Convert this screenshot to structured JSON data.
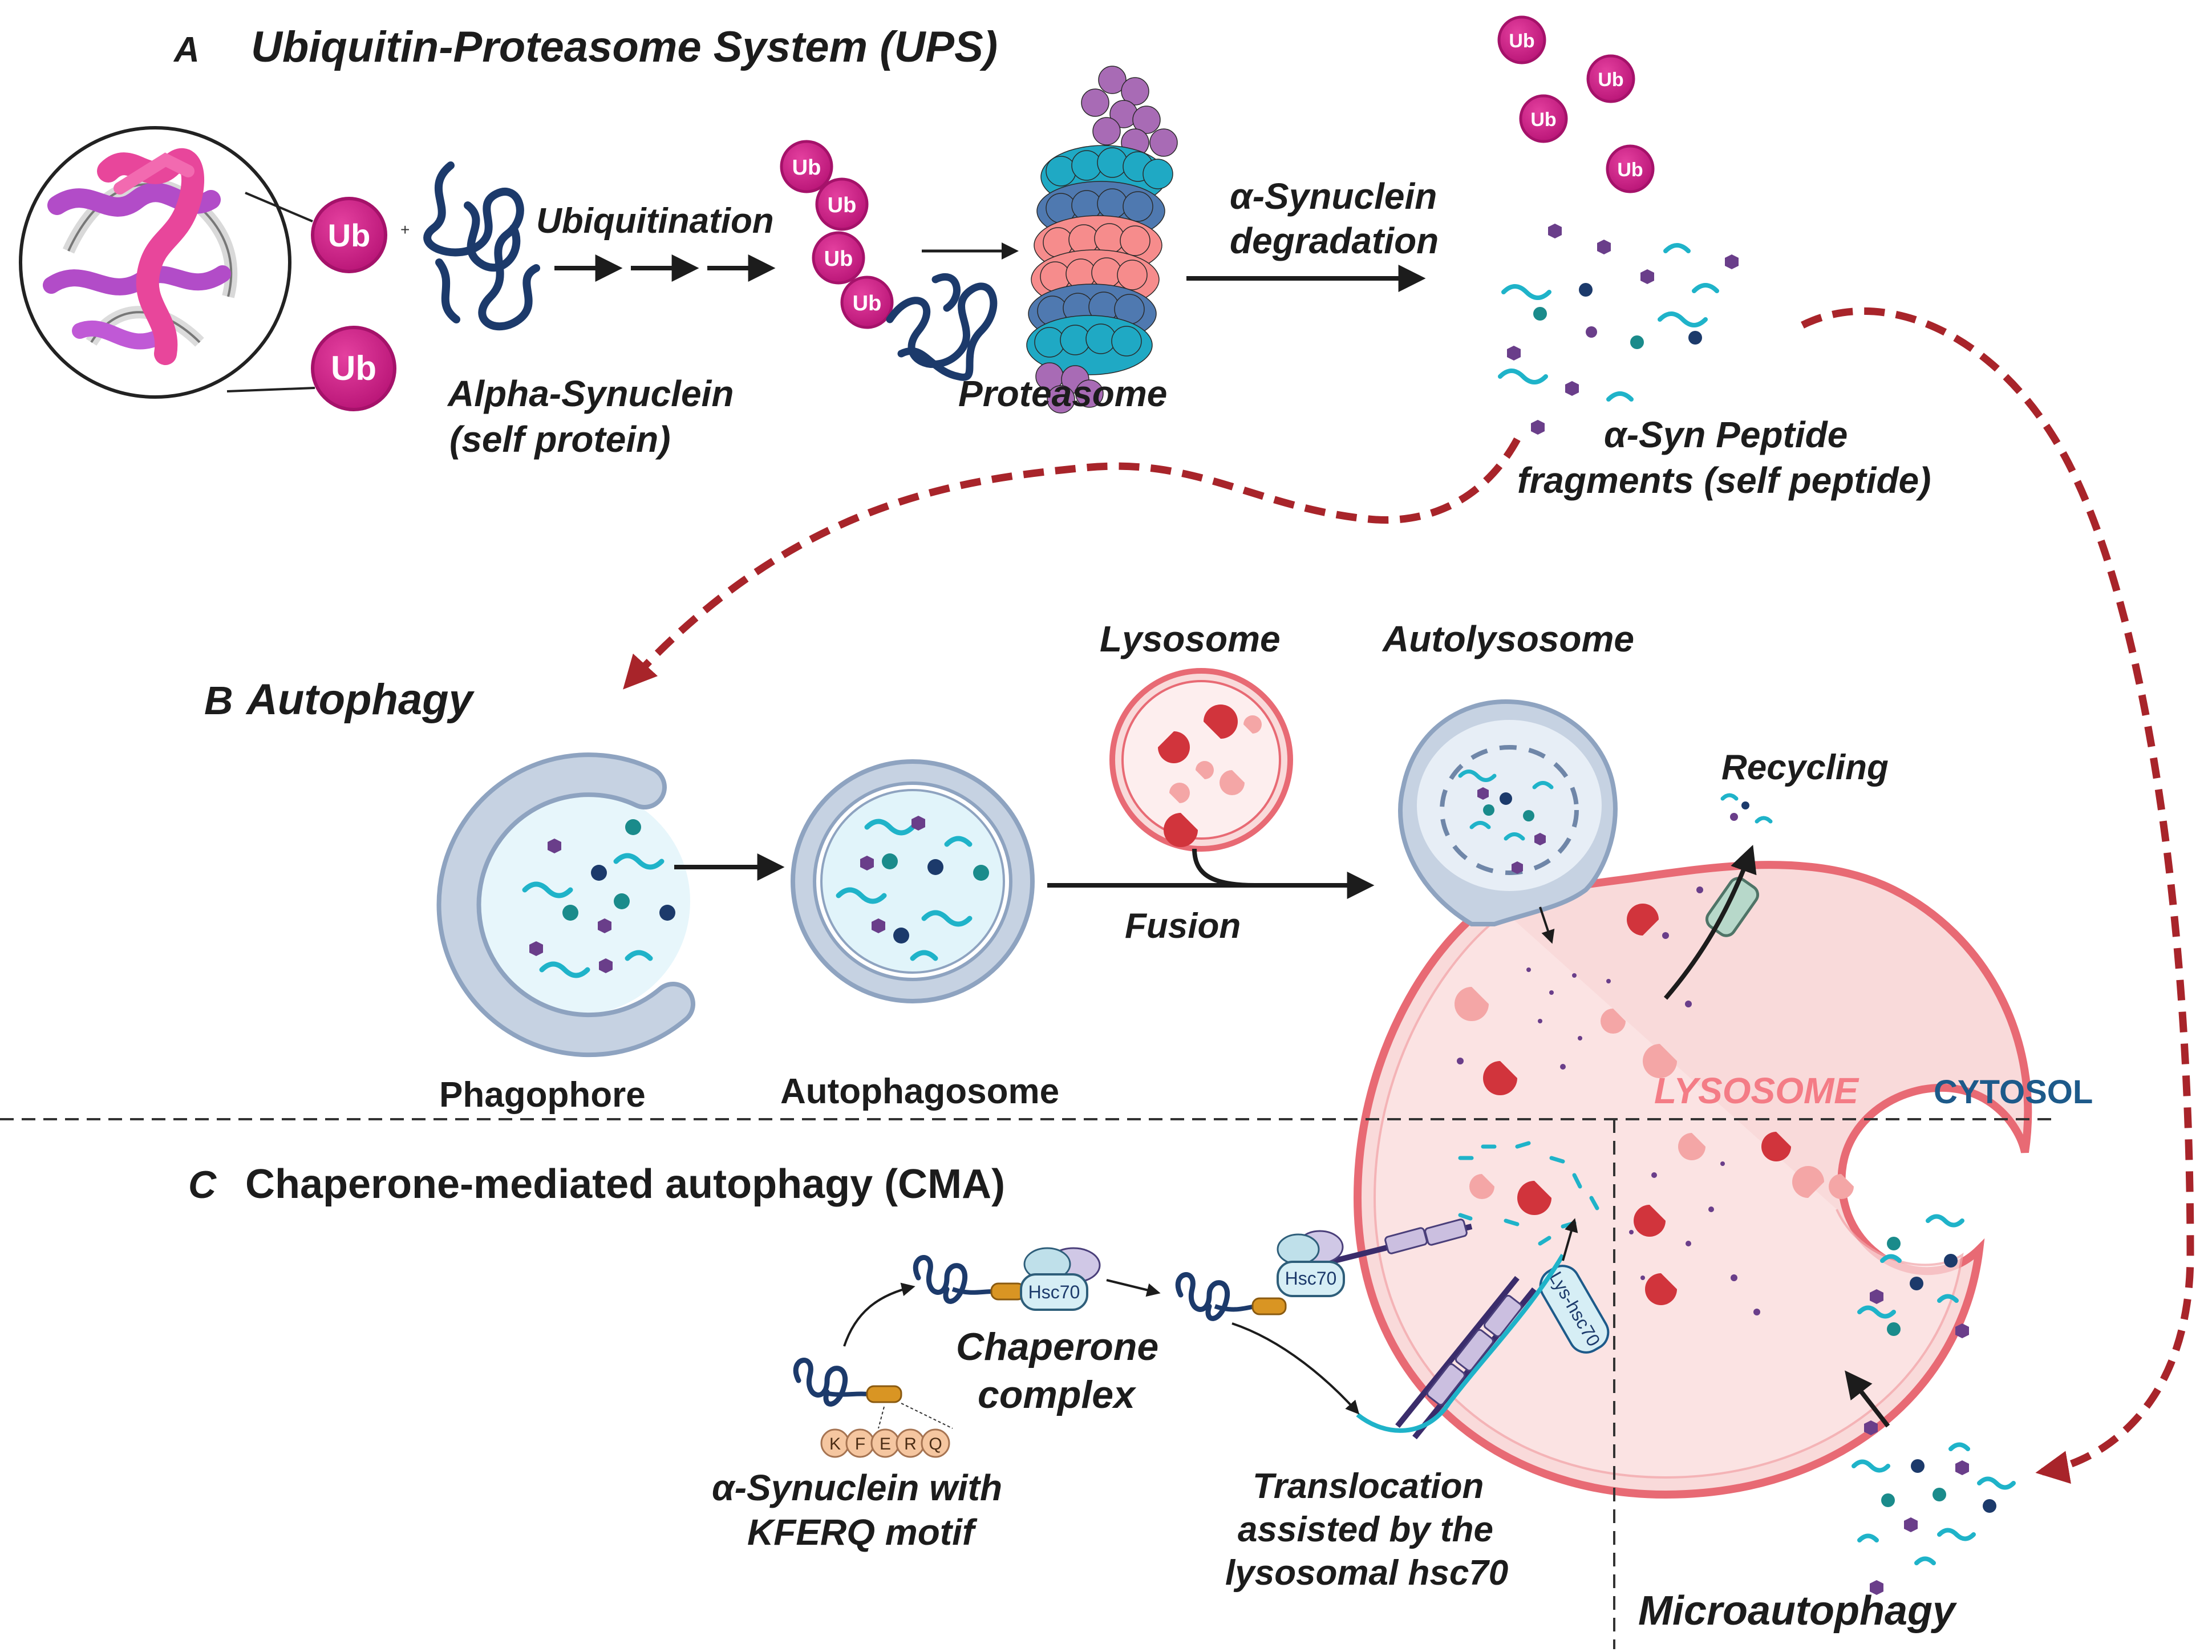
{
  "colors": {
    "ub": "#cc2386",
    "ub_edge": "#a5126a",
    "cyan": "#1fb3c9",
    "navy": "#1c3a6b",
    "lyso_fill": "#f9dada",
    "lyso_edge": "#e86a74",
    "vesicle_fill": "#c6d2e2",
    "vesicle_edge": "#8ea3c0",
    "red_arrow": "#a8242a",
    "cytosol_text": "#1d5a8a",
    "lysosome_text": "#f47c86",
    "prot_cyan": "#1fa9c4",
    "prot_blue": "#4f79b0",
    "prot_salmon": "#f68c8c",
    "prot_purple": "#a86bb5"
  },
  "sections": {
    "a": {
      "letter": "A",
      "title": "Ubiquitin-Proteasome System (UPS)"
    },
    "b": {
      "letter": "B",
      "title": "Autophagy"
    },
    "c": {
      "letter": "C",
      "title": "Chaperone-mediated autophagy (CMA)"
    }
  },
  "ups": {
    "ub": "Ub",
    "plus": "+",
    "ubiquitination": "Ubiquitination",
    "alpha_syn_line1": "Alpha-Synuclein",
    "alpha_syn_line2": "(self protein)",
    "proteasome": "Proteasome",
    "degradation_line1": "α-Synuclein",
    "degradation_line2": "degradation",
    "fragments_line1": "α-Syn Peptide",
    "fragments_line2": "fragments (self peptide)"
  },
  "autophagy": {
    "lysosome": "Lysosome",
    "autolysosome": "Autolysosome",
    "recycling": "Recycling",
    "fusion": "Fusion",
    "phagophore": "Phagophore",
    "autophagosome": "Autophagosome"
  },
  "regions": {
    "lysosome": "LYSOSOME",
    "cytosol": "CYTOSOL"
  },
  "cma": {
    "hsc70": "Hsc70",
    "lys_hsc70": "Lys-hsc70",
    "motif_letters": [
      "K",
      "F",
      "E",
      "R",
      "Q"
    ],
    "chaperone_line1": "Chaperone",
    "chaperone_line2": "complex",
    "asyn_kferq_line1": "α-Synuclein with",
    "asyn_kferq_line2": "KFERQ motif",
    "transloc_line1": "Translocation",
    "transloc_line2": "assisted by the",
    "transloc_line3": "lysosomal hsc70",
    "microautophagy": "Microautophagy"
  }
}
